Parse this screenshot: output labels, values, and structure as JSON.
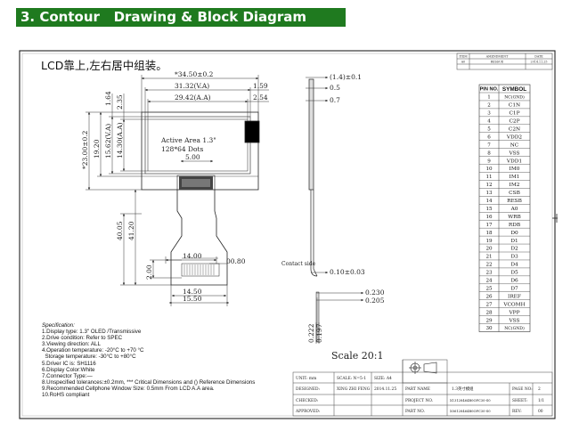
{
  "header": {
    "title": "3. Contour   Drawing & Block Diagram"
  },
  "drawing": {
    "heading": "LCD靠上,左右居中组装。",
    "dims": {
      "outer_w": "*34.50±0.2",
      "va_w": "31.32(V.A)",
      "aa_w": "29.42(A.A)",
      "r1": "1.59",
      "r2": "2.54",
      "t1": "1.64",
      "t2": "2.35",
      "outer_h": "*23.00±0.2",
      "h1": "19.20",
      "va_h": "15.62(V.A)",
      "aa_h": "14.30(A.A)",
      "m1": "5.00",
      "fpc_len1": "40.05",
      "fpc_len2": "41.20",
      "w14": "14.00",
      "pitch": "00.80",
      "h2": "2.00",
      "w1450": "14.50",
      "w1550": "15.50",
      "side_top": "(1.4)±0.1",
      "s05": "0.5",
      "s07": "0.7",
      "s010": "0.10±0.03",
      "s0230": "0.230",
      "s0205": "0.205",
      "s0222": "0.222",
      "s0197": "0.197",
      "contact": "Contact side",
      "active1": "Active Area 1.3\"",
      "active2": "128*64 Dots",
      "scale": "Scale 20:1"
    }
  },
  "revision": {
    "cols": [
      "ITEM",
      "AMENDMENT",
      "DATE"
    ],
    "row1": [
      "A0",
      "RESSUE",
      "2014.11.25"
    ]
  },
  "pins": {
    "head_no": "PIN NO.",
    "head_sym": "SYMBOL",
    "rows": [
      [
        "1",
        "NC(GND)"
      ],
      [
        "2",
        "C1N"
      ],
      [
        "3",
        "C1P"
      ],
      [
        "4",
        "C2P"
      ],
      [
        "5",
        "C2N"
      ],
      [
        "6",
        "VDD2"
      ],
      [
        "7",
        "NC"
      ],
      [
        "8",
        "VSS"
      ],
      [
        "9",
        "VDD1"
      ],
      [
        "10",
        "IM0"
      ],
      [
        "11",
        "IM1"
      ],
      [
        "12",
        "IM2"
      ],
      [
        "13",
        "CSB"
      ],
      [
        "14",
        "RESB"
      ],
      [
        "15",
        "A0"
      ],
      [
        "16",
        "WRB"
      ],
      [
        "17",
        "RDB"
      ],
      [
        "18",
        "D0"
      ],
      [
        "19",
        "D1"
      ],
      [
        "20",
        "D2"
      ],
      [
        "21",
        "D3"
      ],
      [
        "22",
        "D4"
      ],
      [
        "23",
        "D5"
      ],
      [
        "24",
        "D6"
      ],
      [
        "25",
        "D7"
      ],
      [
        "26",
        "IREF"
      ],
      [
        "27",
        "VCOMH"
      ],
      [
        "28",
        "VPP"
      ],
      [
        "29",
        "VSS"
      ],
      [
        "30",
        "NC(GND)"
      ]
    ]
  },
  "spec": {
    "title": "Specification:",
    "lines": [
      "1.Display type: 1.3\" OLED /Transmissive",
      "2.Drive condition: Refer to SPEC",
      "3.Viewing direction: ALL",
      "4.Operation temperature: -20°C to +70 °C",
      "  Storage temperature: -30°C to +80°C",
      "5.Driver IC is: SH1116",
      "6.Display Color:White",
      "7.Connector Type:—",
      "8.Unspecified tolerances:±0.2mm, *** Critical Dimensions and () Reference Dimensions",
      "9.Recommended Cellphone Window Size: 0.5mm From LCD A.A area.",
      "10.RoHS compliant"
    ]
  },
  "titleblock": {
    "unit": "UNIT: mm",
    "scale": "SCALE: N=5-1",
    "size": "SIZE: A4",
    "designed": "DESIGNED:",
    "designer": "XING ZHI FENG",
    "design_date": "2014.11.25",
    "part_name": "PART NAME",
    "part_name_v": "1.3英寸模组",
    "page_no": "PAGE NO:",
    "page_no_v": "2",
    "checked": "CHECKED:",
    "project": "PROJECT NO.",
    "project_v": "X13128464B0OPC30-S0",
    "sheet": "SHEET:",
    "sheet_v": "1/1",
    "approved": "APPROVED:",
    "partno": "PART NO.",
    "partno_v": "X06128464B0OPC30-S0",
    "rev": "REV:",
    "rev_v": "00"
  }
}
